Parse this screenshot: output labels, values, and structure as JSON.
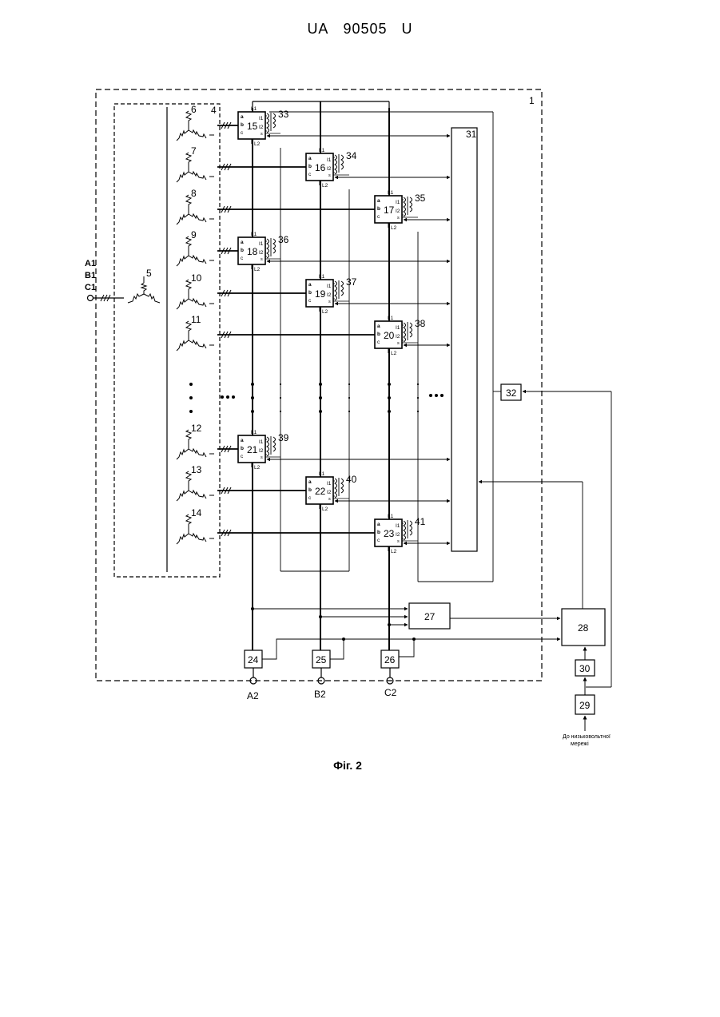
{
  "header": {
    "country": "UA",
    "number": "90505",
    "kind": "U"
  },
  "caption": "Фіг. 2",
  "inputs": {
    "phases": [
      "A1",
      "B1",
      "C1"
    ]
  },
  "outputs": {
    "phases": [
      "A2",
      "B2",
      "C2"
    ]
  },
  "labels": {
    "housing": "1",
    "windings_box": "4",
    "primary": "5",
    "windings": [
      "6",
      "7",
      "8",
      "9",
      "10",
      "11",
      "12",
      "13",
      "14"
    ],
    "switches": [
      "15",
      "16",
      "17",
      "18",
      "19",
      "20",
      "21",
      "22",
      "23"
    ],
    "sensors": [
      "33",
      "34",
      "35",
      "36",
      "37",
      "38",
      "39",
      "40",
      "41"
    ],
    "phase_blocks": [
      "24",
      "25",
      "26"
    ],
    "block_27": "27",
    "block_28": "28",
    "block_29": "29",
    "block_30": "30",
    "block_31": "31",
    "block_32": "32",
    "network_note": "До низьковольтної мережі"
  },
  "switch_pins": {
    "left": [
      "a",
      "b",
      "c"
    ],
    "top": "L1",
    "bottom": "L2",
    "right": [
      "I1",
      "I2",
      "s"
    ]
  }
}
